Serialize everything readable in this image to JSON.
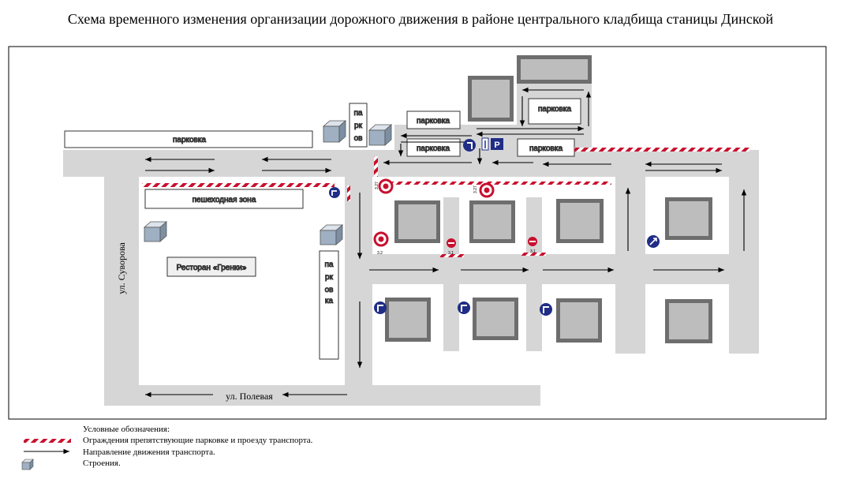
{
  "title": "Схема временного изменения организации дорожного движения в районе центрального кладбища станицы Динской",
  "labels": {
    "parking": "парковка",
    "parking_vertical_top": [
      "па",
      "рк",
      "ов"
    ],
    "parking_vertical_bottom": [
      "па",
      "рк",
      "ов",
      "ка"
    ],
    "pedestrian_zone": "пешеходная зона",
    "restaurant": "Ресторан «Гренки»",
    "street_suvorova": "ул. Суворова",
    "street_polevaya": "ул. Полевая"
  },
  "signs": {
    "no_stopping": "3.27",
    "no_parking": "3.2",
    "no_entry": "3.1",
    "parking": "P"
  },
  "legend": {
    "heading": "Условные обозначения:",
    "barrier": "Ограждения препятствующие парковке и проезду транспорта.",
    "direction": "Направление движения транспорта.",
    "buildings": "Строения."
  },
  "colors": {
    "road": "#d6d6d6",
    "barrier_red": "#c8102e",
    "sign_blue": "#1f2d86",
    "building": "#aeaeae",
    "building_top": "#cfcfcf"
  }
}
